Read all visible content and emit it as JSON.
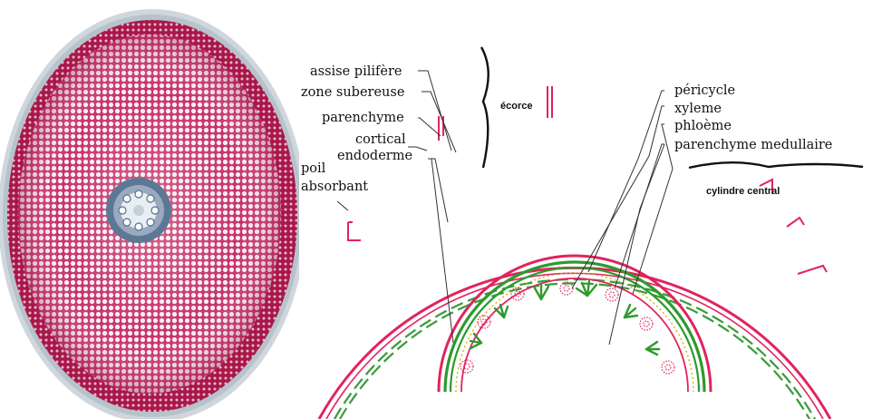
{
  "labels_left": {
    "assise_pilifere": "assise pilifère",
    "zone_subereuse": "zone subereuse",
    "parenchyme": "parenchyme",
    "cortical": "cortical",
    "endoderme": "endoderme",
    "poil": "poil",
    "absorbant": "absorbant"
  },
  "labels_right": {
    "pericycle": "péricycle",
    "xyleme": "xyleme",
    "phloeme": "phloème",
    "parenchyme_medullaire": "parenchyme medullaire"
  },
  "region_labels": {
    "ecorce": "écorce",
    "cylindre_central": "cylindre central"
  },
  "colors": {
    "outer_ring": "#e0245e",
    "endoderm_ring": "#3a9a3a",
    "xylem": "#2e9a2e",
    "phloem": "#e0245e",
    "tissue_red": "#c2184d",
    "tissue_pale": "#f3e6ea",
    "stele": "#4c6f8a"
  }
}
